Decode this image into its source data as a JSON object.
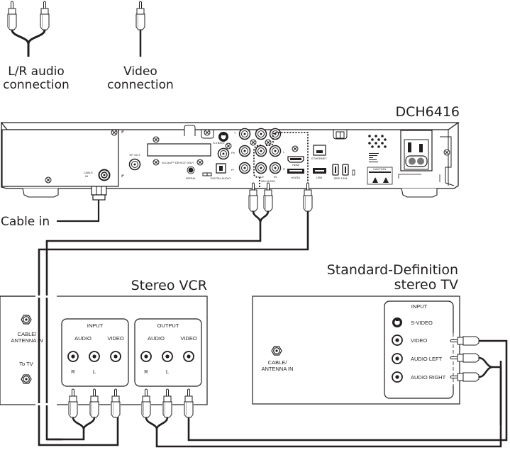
{
  "legend": {
    "audio_label_line1": "L/R audio",
    "audio_label_line2": "connection",
    "video_label_line1": "Video",
    "video_label_line2": "connection"
  },
  "receiver": {
    "model": "DCH6416",
    "ports": {
      "cable_in_line1": "CABLE",
      "cable_in_line2": "IN",
      "rf_out": "RF OUT",
      "mcard": "M-Card™ DEVICE ONLY",
      "serial": "SERIAL",
      "digital_audio": "DIGITAL AUDIO",
      "svideo": "S-VIDEO",
      "y": "Y",
      "pb": "Pb",
      "pr": "Pr",
      "l": "L",
      "r": "R",
      "out": "OUT",
      "in": "IN",
      "audio_group": "300 AUDIO",
      "hdmi": "HDMI",
      "esata": "eSATA",
      "ethernet": "ETHERNET",
      "usb": "USB",
      "ieee1394": "IEEE 1394",
      "caution": "CAUTION"
    }
  },
  "cable_in_label": "Cable in",
  "vcr": {
    "title": "Stereo VCR",
    "cable_antenna_line1": "CABLE/",
    "cable_antenna_line2": "ANTENNA IN",
    "to_tv": "To TV",
    "input": {
      "title": "INPUT",
      "audio": "AUDIO",
      "video": "VIDEO",
      "r": "R",
      "l": "L"
    },
    "output": {
      "title": "OUTPUT",
      "audio": "AUDIO",
      "video": "VIDEO",
      "r": "R",
      "l": "L"
    }
  },
  "tv": {
    "title_line1": "Standard-Definition",
    "title_line2": "stereo TV",
    "cable_antenna_line1": "CABLE/",
    "cable_antenna_line2": "ANTENNA IN",
    "input": {
      "title": "INPUT",
      "svideo": "S-VIDEO",
      "video": "VIDEO",
      "audio_left": "AUDIO LEFT",
      "audio_right": "AUDIO RIGHT"
    }
  }
}
